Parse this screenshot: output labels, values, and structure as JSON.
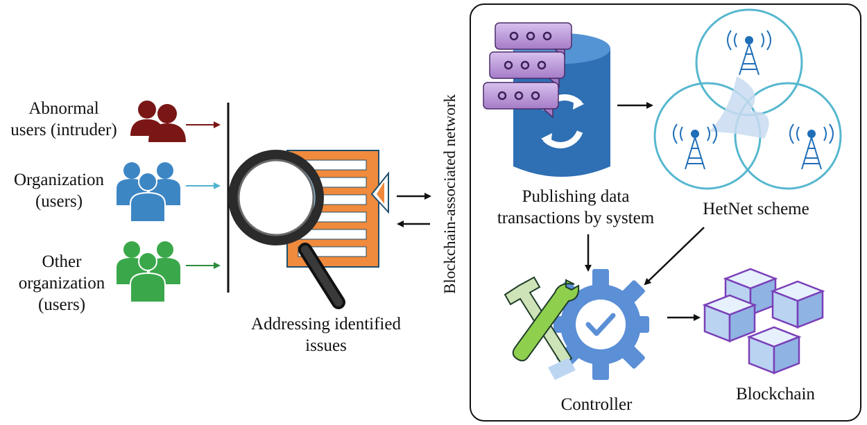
{
  "users": {
    "abnormal": [
      "Abnormal",
      "users (intruder)"
    ],
    "organization": [
      "Organization",
      "(users)"
    ],
    "other": [
      "Other",
      "organization",
      "(users)"
    ]
  },
  "addressing_label": [
    "Addressing identified",
    "issues"
  ],
  "network_label": "Blockchain-associated network",
  "publishing_label": [
    "Publishing data",
    "transactions by system"
  ],
  "hetnet_label": "HetNet scheme",
  "controller_label": "Controller",
  "blockchain_label": "Blockchain",
  "colors": {
    "abnormal": "#7a1616",
    "organization": "#3d86c4",
    "other": "#3aa84a",
    "document": "#f08a3c",
    "database": "#2f6fb4",
    "bubble": "#b48ad3",
    "tower": "#1f6eb8",
    "circle": "#56b7cf",
    "gear": "#5b8fd6",
    "cube": "#a77ee0"
  }
}
